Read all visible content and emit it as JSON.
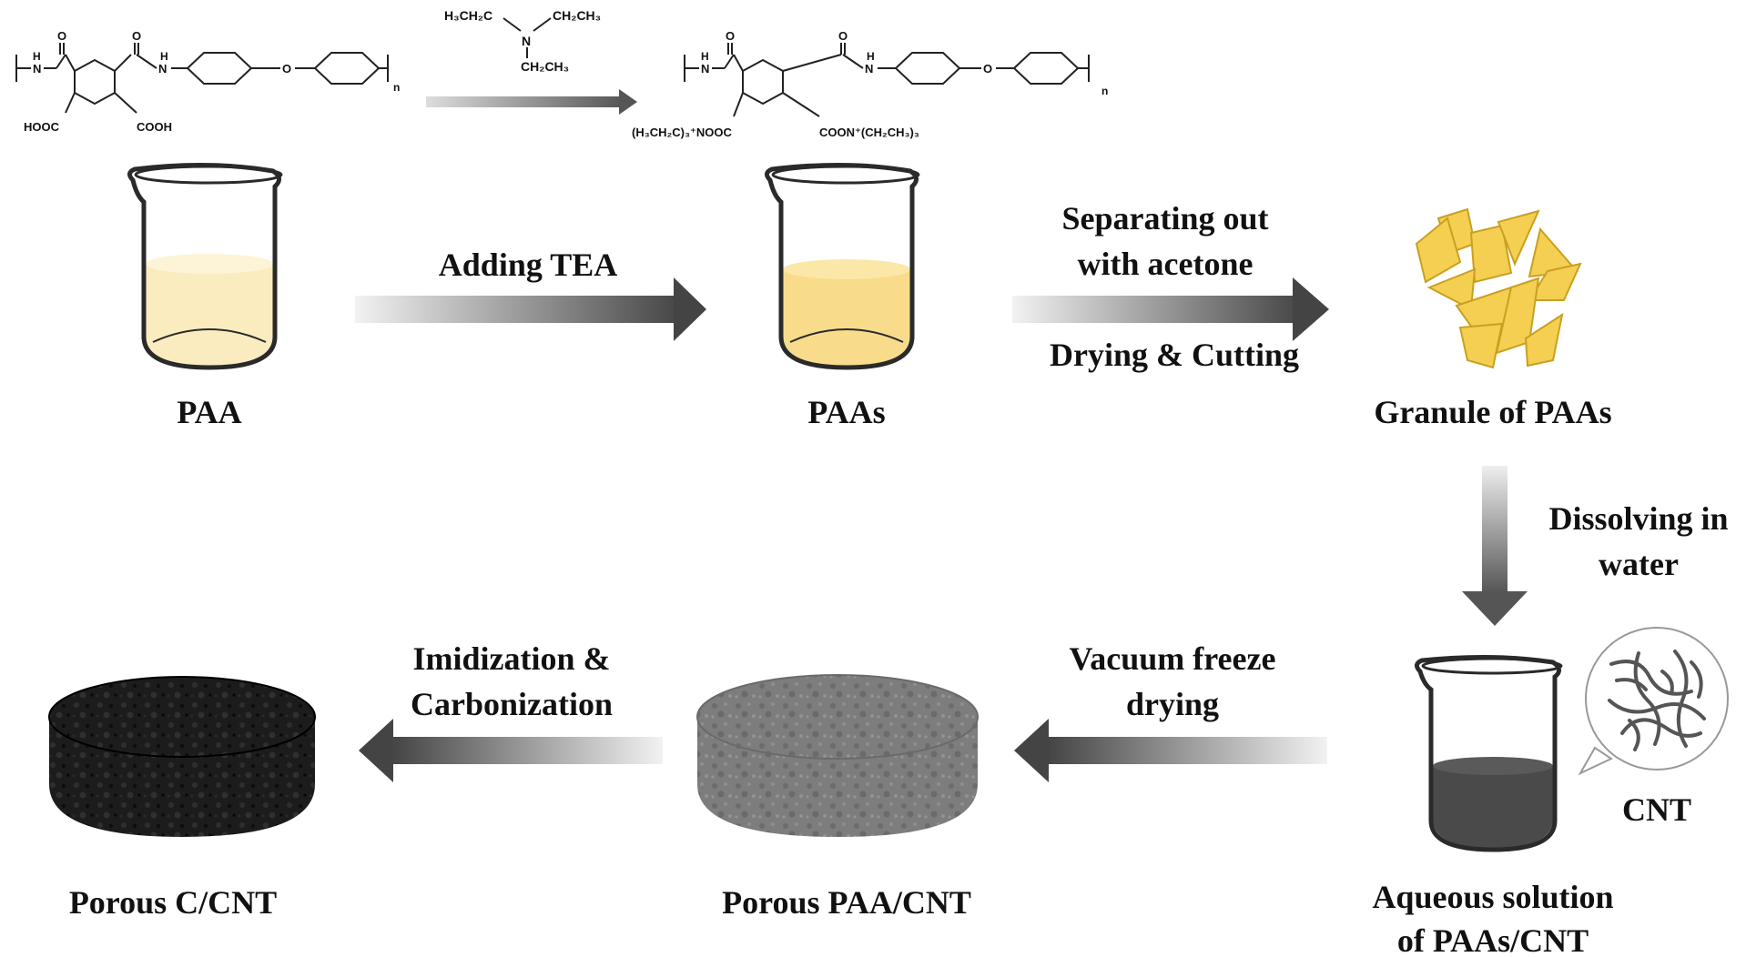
{
  "reaction": {
    "reagent_line1": "H₃CH₂C",
    "reagent_line2": "CH₂CH₃",
    "reagent_n": "N",
    "reagent_line3": "CH₂CH₃",
    "left_acid1": "HOOC",
    "left_acid2": "COOH",
    "right_salt1": "(H₃CH₂C)₃⁺NOOC",
    "right_salt2": "COON⁺(CH₂CH₃)₃",
    "nh": "N",
    "h": "H",
    "o": "O",
    "n_sub": "n"
  },
  "steps": {
    "adding_tea": "Adding TEA",
    "separating_line1": "Separating out",
    "separating_line2": "with acetone",
    "drying_cutting": "Drying & Cutting",
    "dissolving_line1": "Dissolving in",
    "dissolving_line2": "water",
    "vacuum_line1": "Vacuum freeze",
    "vacuum_line2": "drying",
    "imidization_line1": "Imidization &",
    "imidization_line2": "Carbonization"
  },
  "nodes": {
    "paa": "PAA",
    "paas": "PAAs",
    "granule": "Granule of PAAs",
    "aqueous_line1": "Aqueous solution",
    "aqueous_line2": "of PAAs/CNT",
    "cnt": "CNT",
    "porous_paa_cnt": "Porous PAA/CNT",
    "porous_c_cnt": "Porous C/CNT"
  },
  "colors": {
    "paa_solution": "#fbecc0",
    "paas_solution": "#f8dc8c",
    "granule": "#f5cf52",
    "aqueous_solution": "#4a4a4a",
    "porous_paa_cnt": "#7d7d7d",
    "porous_c_cnt": "#1c1c1c"
  }
}
